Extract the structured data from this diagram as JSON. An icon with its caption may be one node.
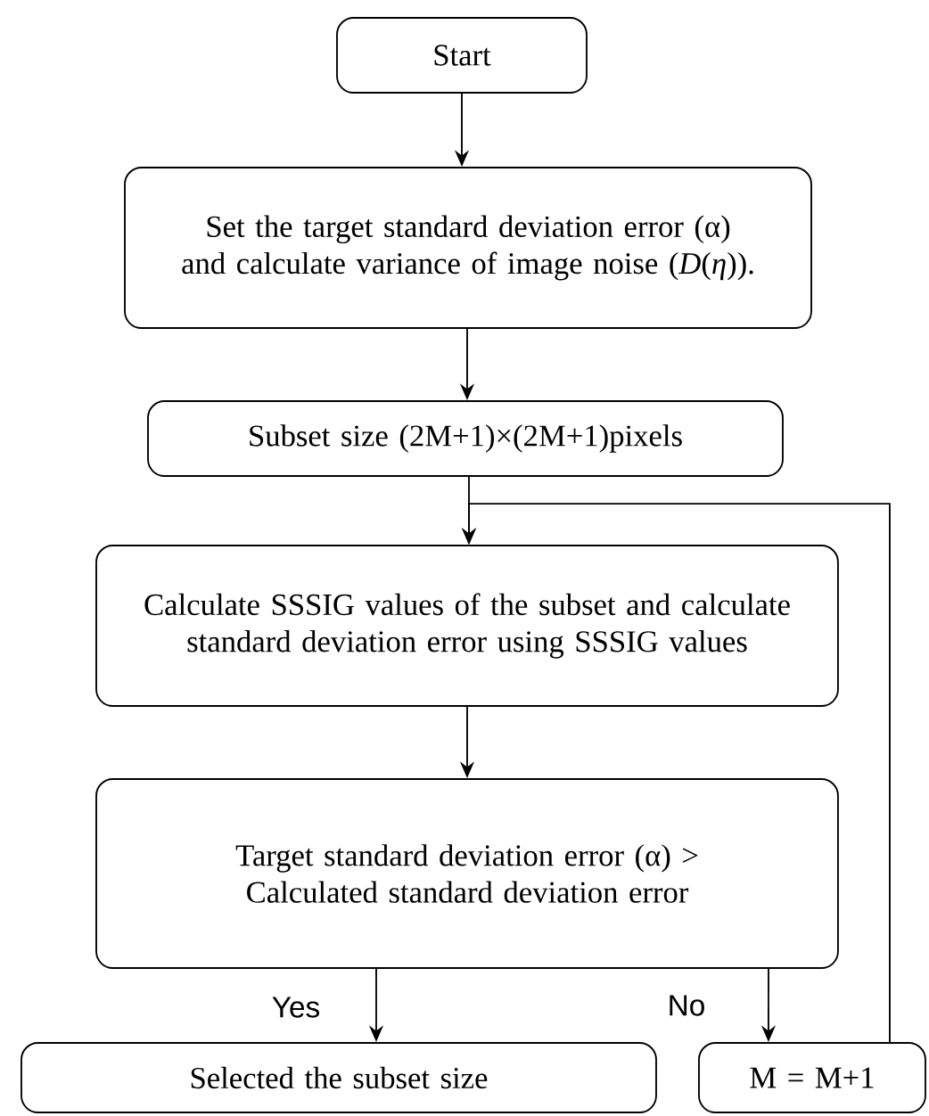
{
  "diagram": {
    "nodes": [
      {
        "text": [
          "Start"
        ]
      },
      {
        "text": [
          "Set the target standard deviation error (α) and calculate variance of image noise (*D*(*η*))."
        ]
      },
      {
        "text": [
          "Subset size (2M+1)×(2M+1)pixels"
        ]
      },
      {
        "text": [
          "Calculate SSSIG values of the subset and calculate standard deviation error using SSSIG values"
        ]
      },
      {
        "text": [
          "Target standard deviation error (α) > Calculated standard deviation error"
        ]
      },
      {
        "text": [
          "Selected the subset size"
        ]
      },
      {
        "text": [
          "M = M+1"
        ]
      }
    ],
    "edges": [
      {
        "from": 0,
        "to": 1,
        "arrow": "to"
      },
      {
        "from": 1,
        "to": 2,
        "arrow": "to"
      },
      {
        "from": 2,
        "to": 3,
        "arrow": "to"
      },
      {
        "from": 3,
        "to": 4,
        "arrow": "to"
      },
      {
        "from": 4,
        "to": 5,
        "arrow": "to",
        "label": "Yes"
      },
      {
        "from": 4,
        "to": 6,
        "arrow": "to",
        "label": "No"
      },
      {
        "from": 6,
        "to": 3,
        "arrow": "to"
      }
    ]
  }
}
